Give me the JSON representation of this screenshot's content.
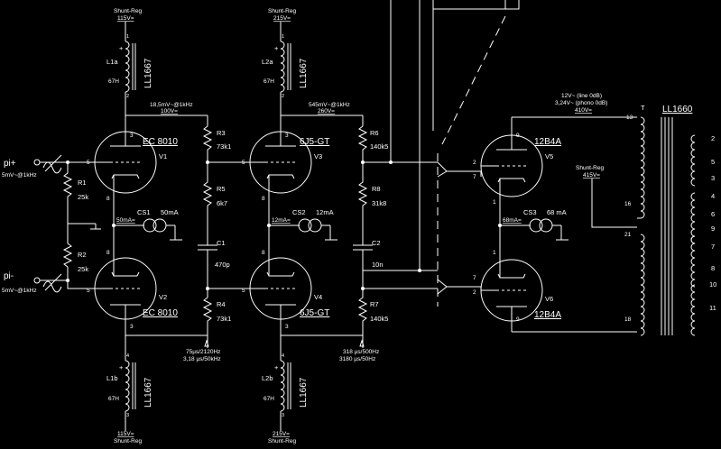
{
  "inputs": {
    "plus": {
      "label": "pi+",
      "signal": "5mV~@1kHz"
    },
    "minus": {
      "label": "pi-",
      "signal": "5mV~@1kHz"
    }
  },
  "supplies": {
    "v1_reg": {
      "title": "Shunt-Reg",
      "voltage": "115V="
    },
    "v3_reg": {
      "title": "Shunt-Reg",
      "voltage": "215V="
    },
    "v2_reg": {
      "title": "Shunt-Reg",
      "voltage": "115V="
    },
    "v4_reg": {
      "title": "Shunt-Reg",
      "voltage": "215V="
    },
    "out_reg": {
      "title": "Shunt-Reg",
      "voltage": "415V="
    }
  },
  "chokes": {
    "l1a": {
      "ref": "L1a",
      "value": "67H",
      "part": "LL1667",
      "pin_top": "1",
      "pin_bot": "2"
    },
    "l2a": {
      "ref": "L2a",
      "value": "67H",
      "part": "LL1667",
      "pin_top": "1",
      "pin_bot": "2"
    },
    "l1b": {
      "ref": "L1b",
      "value": "67H",
      "part": "LL1667",
      "pin_top": "4",
      "pin_bot": "3"
    },
    "l2b": {
      "ref": "L2b",
      "value": "67H",
      "part": "LL1667",
      "pin_top": "4",
      "pin_bot": "3"
    }
  },
  "tubes": {
    "v1": {
      "type": "EC 8010",
      "ref": "V1",
      "pins": [
        "3",
        "5",
        "8"
      ]
    },
    "v2": {
      "type": "EC 8010",
      "ref": "V2",
      "pins": [
        "3",
        "5",
        "8"
      ]
    },
    "v3": {
      "type": "6J5-GT",
      "ref": "V3",
      "pins": [
        "3",
        "5",
        "8"
      ]
    },
    "v4": {
      "type": "6J5-GT",
      "ref": "V4",
      "pins": [
        "3",
        "5",
        "8"
      ]
    },
    "v5": {
      "type": "12B4A",
      "ref": "V5",
      "pins": [
        "9",
        "2",
        "7",
        "1"
      ]
    },
    "v6": {
      "type": "12B4A",
      "ref": "V6",
      "pins": [
        "7",
        "2",
        "1",
        "9"
      ]
    }
  },
  "resistors": {
    "r1": {
      "ref": "R1",
      "value": "25k"
    },
    "r2": {
      "ref": "R2",
      "value": "25k"
    },
    "r3": {
      "ref": "R3",
      "value": "73k1"
    },
    "r4": {
      "ref": "R4",
      "value": "73k1"
    },
    "r5": {
      "ref": "R5",
      "value": "6k7"
    },
    "r6": {
      "ref": "R6",
      "value": "140k5"
    },
    "r7": {
      "ref": "R7",
      "value": "140k5"
    },
    "r8": {
      "ref": "R8",
      "value": "31k8"
    }
  },
  "capacitors": {
    "c1": {
      "ref": "C1",
      "value": "470p"
    },
    "c2": {
      "ref": "C2",
      "value": "10n"
    }
  },
  "current_sources": {
    "cs1": {
      "ref": "CS1",
      "value": "50mA",
      "label": "50mA="
    },
    "cs2": {
      "ref": "CS2",
      "value": "12mA",
      "label": "12mA="
    },
    "cs3": {
      "ref": "CS3",
      "value": "68 mA",
      "label": "68mA="
    }
  },
  "annotations": {
    "stage1_signal": "18,5mV~@1kHz",
    "stage1_dc": "100V=",
    "stage2_signal": "545mV~@1kHz",
    "stage2_dc": "260V=",
    "eq1_a": "75µs/2120Hz",
    "eq1_b": "3,18 µs/50kHz",
    "eq2_a": "318 µs/500Hz",
    "eq2_b": "3180 µs/50Hz",
    "out_line": "12V~ (line 0dB)",
    "out_phono": "3,24V~ (phono 0dB)",
    "out_dc": "410V="
  },
  "transformer": {
    "ref": "T",
    "part": "LL1660",
    "primary_pins": [
      "13",
      "16",
      "21",
      "18"
    ],
    "secondary_pins": [
      "2",
      "5",
      "3",
      "4",
      "6",
      "9",
      "7",
      "8",
      "10",
      "11"
    ]
  }
}
